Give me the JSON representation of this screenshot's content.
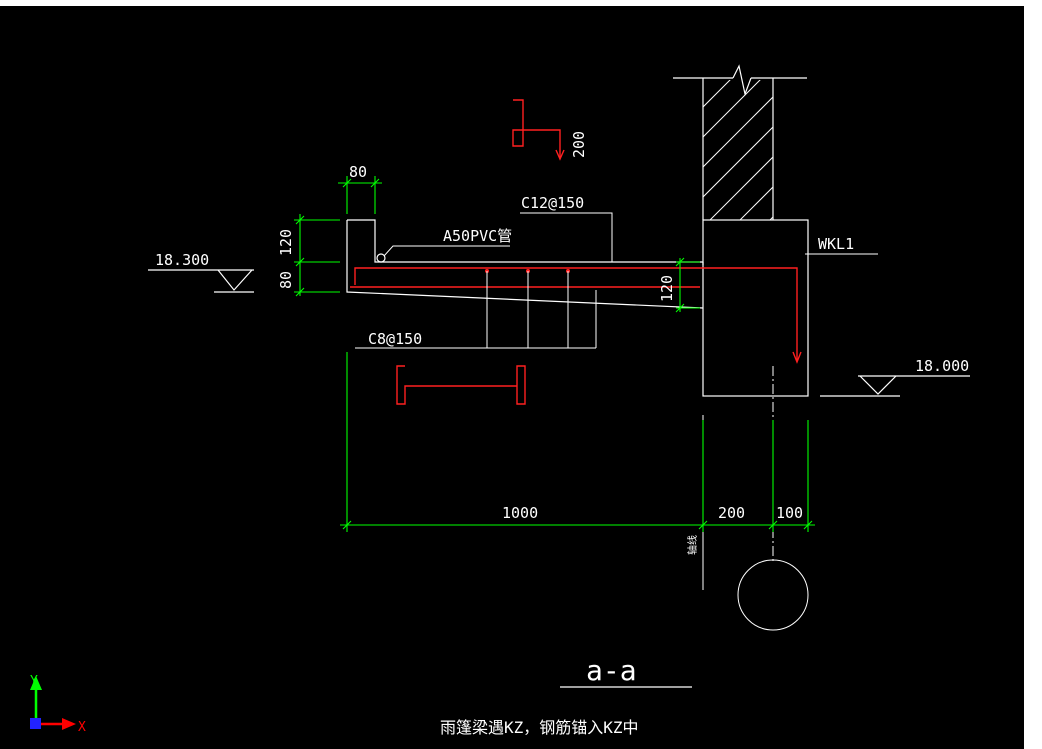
{
  "labels": {
    "dim_80_top": "80",
    "dim_120": "120",
    "dim_80_left": "80",
    "dim_200_red": "200",
    "pvc": "A50PVC管",
    "top_bar": "C12@150",
    "dist_bar": "C8@150",
    "elev_left": "18.300",
    "elev_right": "18.000",
    "beam": "WKL1",
    "dim_120_right": "120",
    "dim_1000": "1000",
    "dim_200": "200",
    "dim_100": "100",
    "axis_tag": "轴线",
    "section": "a-a",
    "note": "雨篷梁遇KZ，钢筋锚入KZ中"
  },
  "ucs": {
    "y": "Y",
    "x": "X"
  },
  "colors": {
    "line": "#ffffff",
    "dim": "#00ff00",
    "rebar": "#ff2020",
    "axis_y": "#00ff00",
    "axis_x": "#ff0000",
    "origin": "#2222ff"
  }
}
